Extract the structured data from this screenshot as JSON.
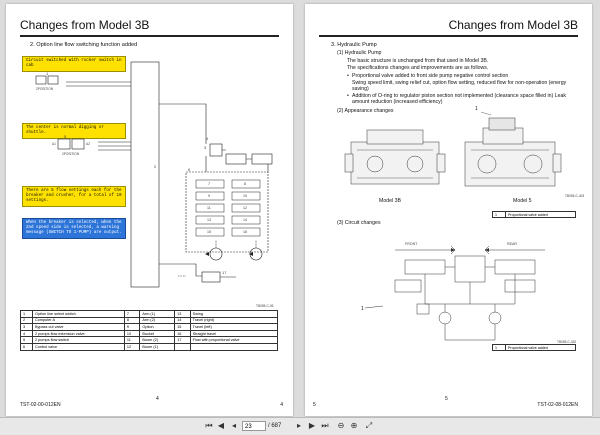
{
  "left_page": {
    "header": "Changes from Model 3B",
    "section": "2.  Option line flow switching function added",
    "callouts": [
      "Circuit switched with rocker switch in cab",
      "The center is normal digging or shuttle.",
      "There are 5 flow settings each for the breaker and crusher, for a total of 10 settings.",
      "When the breaker is selected, when the 2nd speed side is selected, a warning message (SWITCH TO 1-PUMP) are output."
    ],
    "diagram_labels": {
      "position1": "2POSITION",
      "position2": "2POSITION",
      "n1": "1",
      "n2": "2",
      "n3": "3",
      "n4": "4",
      "n5": "5",
      "n6": "6",
      "n7": "17",
      "a1": "A1",
      "a2": "A2",
      "code": "TB055-C-06",
      "blocks": [
        "7",
        "8",
        "9",
        "10",
        "11",
        "12",
        "13",
        "14",
        "15",
        "16"
      ]
    },
    "legend": [
      [
        "1",
        "Option line select switch",
        "7",
        "Arm (1)",
        "13",
        "Swing"
      ],
      [
        "2",
        "Computer A",
        "8",
        "Arm (2)",
        "14",
        "Travel (right)"
      ],
      [
        "3",
        "Bypass cut valve",
        "9",
        "Option",
        "15",
        "Travel (left)"
      ],
      [
        "4",
        "2 pumps flow extension valve",
        "10",
        "Bucket",
        "16",
        "Straight travel"
      ],
      [
        "5",
        "2 pumps flow switch",
        "11",
        "Boom (2)",
        "17",
        "Flow with proportional valve"
      ],
      [
        "6",
        "Control valve",
        "12",
        "Boom (1)",
        "",
        ""
      ]
    ],
    "footer_left": "TST-02-00-012EN",
    "page_number": "4",
    "page_number_right": "4"
  },
  "right_page": {
    "header": "Changes from Model 3B",
    "section": "3.  Hydraulic Pump",
    "sub1": "(1)   Hydraulic Pump",
    "para1": "The basic structure is unchanged from that used in Model 3B.",
    "para2": "The specifications changes and improvements are as follows.",
    "bullets": [
      "Proportional valve added to front side pump negative control section",
      "Swing speed limit, swing relief cut, option flow setting, reduced flow for non-operation (energy saving)",
      "Addition of O-ring to regulator piston section not implemented (clearance space filled in)  Leak amount reduction (increased efficiency)"
    ],
    "sub2": "(2)   Appearance changes",
    "model_a": "Model 3B",
    "model_b": "Model 5",
    "callout_num": "1",
    "img_code1": "TB055-C-403",
    "parts1": [
      [
        "1",
        "Proportional valve added"
      ]
    ],
    "sub3": "(3)   Circuit changes",
    "circuit_labels": {
      "front": "FRONT",
      "rear": "REAR",
      "n1": "1",
      "code": "TB055-C-432"
    },
    "parts2": [
      [
        "1",
        "Proportional valve added"
      ]
    ],
    "footer_right": "TST-02-08-012EN",
    "page_number": "5",
    "page_number_left": "5"
  },
  "toolbar": {
    "current_page": "23",
    "page_count": "/ 687"
  },
  "colors": {
    "yellow": "#ffe100",
    "blue": "#2e75d9",
    "bg": "#dcdcdc"
  }
}
